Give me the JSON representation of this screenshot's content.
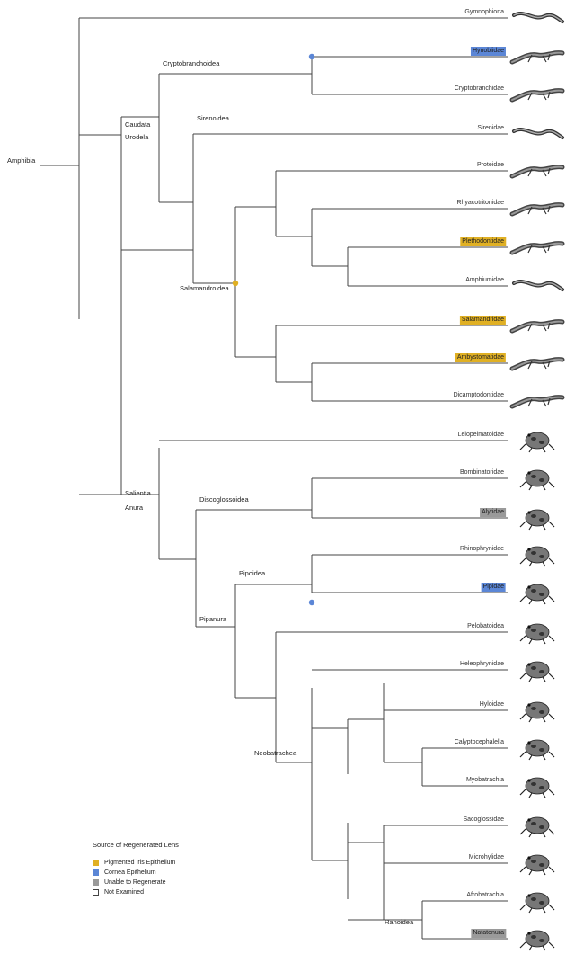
{
  "colors": {
    "pigmented_iris": "#e0b024",
    "cornea": "#5b86d6",
    "unable": "#9a9a9a",
    "not_examined": "#ffffff",
    "line": "#444444"
  },
  "root_label": "Amphibia",
  "taxa": {
    "caudata": "Caudata",
    "urodela": "Urodela",
    "cryptobranchoidea": "Cryptobranchoidea",
    "sirenoidea": "Sirenoidea",
    "salamandroidea": "Salamandroidea",
    "salientia": "Salientia",
    "anura": "Anura",
    "discoglossoidea": "Discoglossoidea",
    "pipanura": "Pipanura",
    "pipoidea": "Pipoidea",
    "neobatrachea": "Neobatrachea",
    "ranoidea": "Ranoidea"
  },
  "leaves": [
    {
      "name": "Gymnophiona",
      "status": "none",
      "animal": "caecilian-icon"
    },
    {
      "name": "Hynobiidae",
      "status": "cornea",
      "animal": "salamander-icon"
    },
    {
      "name": "Cryptobranchidae",
      "status": "none",
      "animal": "salamander-icon"
    },
    {
      "name": "Sirenidae",
      "status": "none",
      "animal": "eel-icon"
    },
    {
      "name": "Proteidae",
      "status": "none",
      "animal": "salamander-icon"
    },
    {
      "name": "Rhyacotritonidae",
      "status": "none",
      "animal": "salamander-icon"
    },
    {
      "name": "Plethodontidae",
      "status": "pigmented_iris",
      "animal": "salamander-icon"
    },
    {
      "name": "Amphiumidae",
      "status": "none",
      "animal": "eel-icon"
    },
    {
      "name": "Salamandridae",
      "status": "pigmented_iris",
      "animal": "salamander-icon"
    },
    {
      "name": "Ambystomatidae",
      "status": "pigmented_iris",
      "animal": "salamander-icon"
    },
    {
      "name": "Dicamptodontidae",
      "status": "none",
      "animal": "salamander-icon"
    },
    {
      "name": "Leiopelmatoidae",
      "status": "none",
      "animal": "frog-icon"
    },
    {
      "name": "Bombinatoridae",
      "status": "none",
      "animal": "frog-icon"
    },
    {
      "name": "Alytidae",
      "status": "unable",
      "animal": "frog-icon"
    },
    {
      "name": "Rhinophrynidae",
      "status": "none",
      "animal": "frog-icon"
    },
    {
      "name": "Pipidae",
      "status": "cornea",
      "animal": "frog-icon"
    },
    {
      "name": "Pelobatoidea",
      "status": "none",
      "animal": "frog-icon"
    },
    {
      "name": "Heleophrynidae",
      "status": "none",
      "animal": "frog-icon"
    },
    {
      "name": "Hyloidae",
      "status": "none",
      "animal": "frog-icon"
    },
    {
      "name": "Calyptocephalella",
      "status": "none",
      "animal": "frog-icon"
    },
    {
      "name": "Myobatrachia",
      "status": "none",
      "animal": "frog-icon"
    },
    {
      "name": "Sacoglossidae",
      "status": "none",
      "animal": "frog-icon"
    },
    {
      "name": "Microhylidae",
      "status": "none",
      "animal": "frog-icon"
    },
    {
      "name": "Afrobatrachia",
      "status": "none",
      "animal": "frog-icon"
    },
    {
      "name": "Natatonura",
      "status": "unable",
      "animal": "frog-icon"
    }
  ],
  "markers": [
    {
      "node": "cryptobranchoidea",
      "status": "cornea"
    },
    {
      "node": "salamandroidea",
      "status": "pigmented_iris"
    },
    {
      "node": "pipoidea",
      "status": "cornea"
    }
  ],
  "legend": {
    "title": "Source of Regenerated Lens",
    "items": [
      {
        "label": "Pigmented Iris Epithelium",
        "status": "pigmented_iris"
      },
      {
        "label": "Cornea Epithelium",
        "status": "cornea"
      },
      {
        "label": "Unable to Regenerate",
        "status": "unable"
      },
      {
        "label": "Not Examined",
        "status": "not_examined"
      }
    ]
  }
}
